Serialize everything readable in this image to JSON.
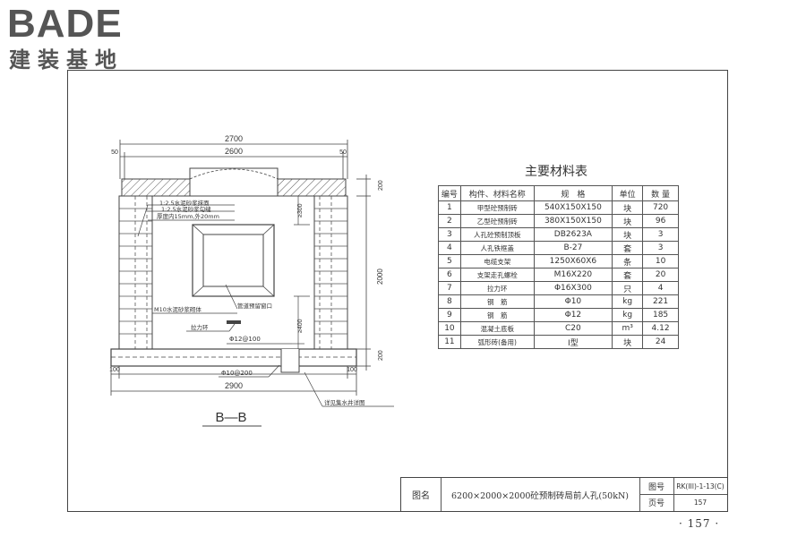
{
  "logo": {
    "main": "BADE",
    "sub": "建装基地"
  },
  "drawing": {
    "section_label": "B—B",
    "dims": {
      "top_overall": "2700",
      "top_inner": "2600",
      "top_left_small": "50",
      "top_right_small": "50",
      "bottom_overall": "2900",
      "bottom_left_small": "100",
      "bottom_right_small": "100",
      "right_top": "200",
      "right_mid": "2000",
      "right_bottom": "200",
      "inner_upper": "≥300",
      "inner_lower": "≥400"
    },
    "notes": {
      "mortar_face": "1:2.5水泥砂浆抹面",
      "mortar_joint": "1:2.5水泥砂浆勾缝",
      "thickness": "厚度内15mm,外20mm",
      "masonry": "M10水泥砂浆砌体",
      "pipe_opening": "管道预留窗口",
      "ring": "拉力环",
      "rebar_wall": "Φ12@100",
      "rebar_floor": "Φ10@200",
      "sump_ref": "详见集水井详图"
    }
  },
  "materials": {
    "title": "主要材料表",
    "headers": [
      "编号",
      "构件、材料名称",
      "规　格",
      "单位",
      "数 量"
    ],
    "rows": [
      [
        "1",
        "甲型砼预制砖",
        "540X150X150",
        "块",
        "720"
      ],
      [
        "2",
        "乙型砼预制砖",
        "380X150X150",
        "块",
        "96"
      ],
      [
        "3",
        "人孔砼预制顶板",
        "DB2623A",
        "块",
        "3"
      ],
      [
        "4",
        "人孔铁框盖",
        "B-27",
        "套",
        "3"
      ],
      [
        "5",
        "电缆支架",
        "1250X60X6",
        "条",
        "10"
      ],
      [
        "6",
        "支架走孔螺栓",
        "M16X220",
        "套",
        "20"
      ],
      [
        "7",
        "拉力环",
        "Φ16X300",
        "只",
        "4"
      ],
      [
        "8",
        "钢　筋",
        "Φ10",
        "kg",
        "221"
      ],
      [
        "9",
        "钢　筋",
        "Φ12",
        "kg",
        "185"
      ],
      [
        "10",
        "混凝土底板",
        "C20",
        "m³",
        "4.12"
      ],
      [
        "11",
        "弧形砖(备用)",
        "I型",
        "块",
        "24"
      ]
    ]
  },
  "titleblock": {
    "label": "图名",
    "name": "6200×2000×2000砼预制砖局前人孔(50kN)",
    "fig_key": "图号",
    "fig_value": "RK(III)-1-13(C)",
    "page_key": "页号",
    "page_value": "157"
  },
  "page_number": "· 157 ·"
}
